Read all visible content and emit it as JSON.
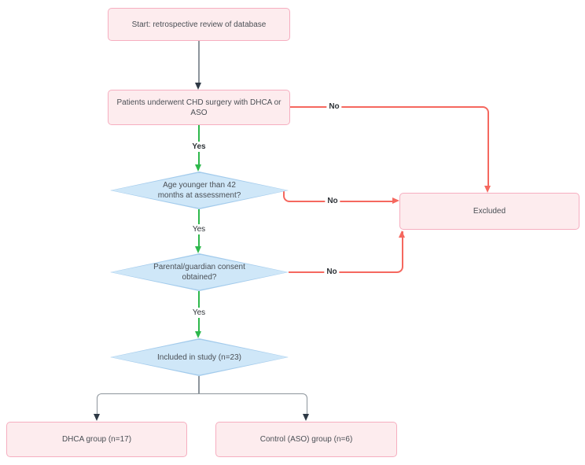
{
  "nodes": {
    "start": {
      "label": "Start: retrospective review of database"
    },
    "surgery": {
      "label": "Patients underwent CHD surgery with DHCA or\nASO"
    },
    "age": {
      "label": "Age younger than 42\nmonths at assessment?"
    },
    "consent": {
      "label": "Parental/guardian consent\nobtained?"
    },
    "included": {
      "label": "Included in study (n=23)"
    },
    "excluded": {
      "label": "Excluded"
    },
    "dhca": {
      "label": "DHCA group (n=17)"
    },
    "control": {
      "label": "Control (ASO) group (n=6)"
    }
  },
  "edges": {
    "surgery_yes": {
      "label": "Yes"
    },
    "age_yes": {
      "label": "Yes"
    },
    "consent_yes": {
      "label": "Yes"
    },
    "surgery_no": {
      "label": "No"
    },
    "age_no": {
      "label": "No"
    },
    "consent_no": {
      "label": "No"
    }
  },
  "colors": {
    "process_fill": "#fdecee",
    "process_border": "#f6aec0",
    "decision_fill": "#cfe7f8",
    "decision_border": "#a3cbec",
    "yes_line": "#2eb84c",
    "no_line": "#f5685f",
    "neutral_line": "#8d959c",
    "arrowhead_dark": "#2e3945",
    "node_text": "#4a4f55",
    "label_text": "#2e3338"
  }
}
